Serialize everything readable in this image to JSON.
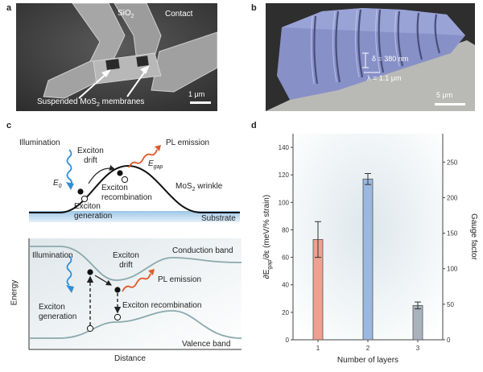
{
  "panels": {
    "a": {
      "label": "a",
      "sio2": "SiO",
      "sio2_sub": "2",
      "contact": "Contact",
      "caption_pre": "Suspended MoS",
      "caption_sub": "2",
      "caption_post": " membranes",
      "scale": "1 μm"
    },
    "b": {
      "label": "b",
      "delta": "δ = 380 nm",
      "lambda": "λ = 1.1 μm",
      "scale": "5 μm"
    },
    "c": {
      "label": "c",
      "top": {
        "illumination": "Illumination",
        "e0": "E",
        "e0_sub": "0",
        "exciton_drift_1": "Exciton",
        "exciton_drift_2": "drift",
        "pl_emission": "PL emission",
        "egap": "E",
        "egap_sub": "gap",
        "recombination_1": "Exciton",
        "recombination_2": "recombination",
        "wrinkle_pre": "MoS",
        "wrinkle_sub": "2",
        "wrinkle_post": " wrinkle",
        "generation_1": "Exciton",
        "generation_2": "generation",
        "substrate": "Substrate"
      },
      "bottom": {
        "conduction_band": "Conduction band",
        "valence_band": "Valence band",
        "illumination": "Illumination",
        "exciton_drift_1": "Exciton",
        "exciton_drift_2": "drift",
        "pl_emission": "PL emission",
        "generation_1": "Exciton",
        "generation_2": "generation",
        "recombination": "Exciton recombination",
        "ylabel": "Energy",
        "xlabel": "Distance"
      }
    },
    "d": {
      "label": "d"
    }
  },
  "colors": {
    "wave_blue": "#2f8fd8",
    "wave_orange": "#e05a2a",
    "band_line": "#8aa9ad",
    "bar_1": "#f0a090",
    "bar_2": "#9ab8e0",
    "bar_3": "#a9b3bd"
  },
  "chart_data": {
    "type": "bar",
    "categories": [
      "1",
      "2",
      "3"
    ],
    "values": [
      73,
      117,
      25
    ],
    "errors": [
      13,
      4,
      2.5
    ],
    "ylim": [
      0,
      150
    ],
    "yticks": [
      0,
      20,
      40,
      60,
      80,
      100,
      120,
      140
    ],
    "ylabel_left_pre": "∂E",
    "ylabel_left_sub": "gap",
    "ylabel_left_post": "/∂ε (meV/% strain)",
    "y2lim": [
      0,
      290
    ],
    "y2ticks": [
      0,
      50,
      100,
      150,
      200,
      250
    ],
    "ylabel_right": "Gauge factor",
    "xlabel": "Number of layers",
    "bar_colors": [
      "#f0a090",
      "#9ab8e0",
      "#a9b3bd"
    ]
  }
}
